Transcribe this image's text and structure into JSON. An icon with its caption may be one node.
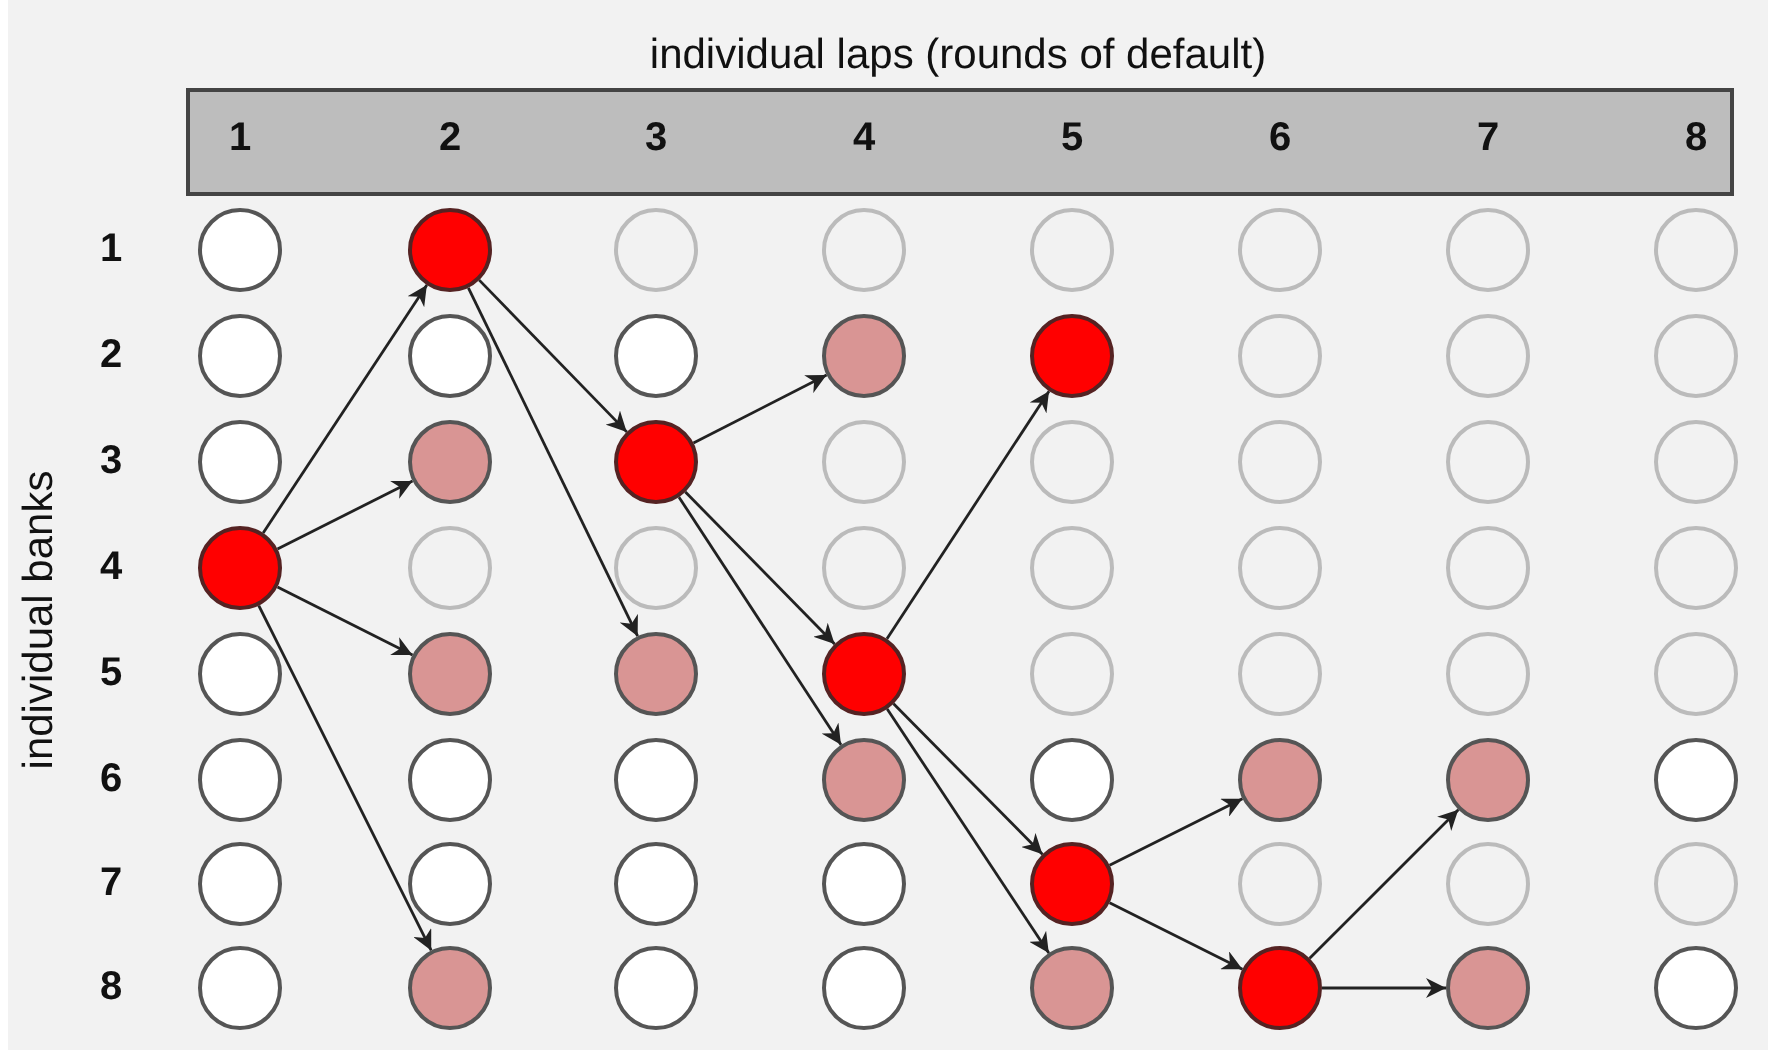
{
  "diagram": {
    "title": "individual laps (rounds of default)",
    "nodes": [
      {
        "text": [],
        "shape": "circle"
      },
      {
        "text": [],
        "shape": "circle"
      },
      {
        "text": [],
        "shape": "circle"
      },
      {
        "text": [],
        "shape": "circle"
      },
      {
        "text": [],
        "shape": "circle"
      },
      {
        "text": [],
        "shape": "circle"
      },
      {
        "text": [],
        "shape": "circle"
      },
      {
        "text": [],
        "shape": "circle"
      },
      {
        "text": [],
        "shape": "circle"
      },
      {
        "text": [],
        "shape": "circle"
      },
      {
        "text": [],
        "shape": "circle"
      },
      {
        "text": [],
        "shape": "circle"
      },
      {
        "text": [],
        "shape": "circle"
      },
      {
        "text": [],
        "shape": "circle"
      },
      {
        "text": [],
        "shape": "circle"
      },
      {
        "text": [],
        "shape": "circle"
      },
      {
        "text": [],
        "shape": "circle"
      },
      {
        "text": [],
        "shape": "circle"
      },
      {
        "text": [],
        "shape": "circle"
      },
      {
        "text": [],
        "shape": "circle"
      },
      {
        "text": [],
        "shape": "circle"
      },
      {
        "text": [],
        "shape": "circle"
      },
      {
        "text": [],
        "shape": "circle"
      },
      {
        "text": [],
        "shape": "circle"
      },
      {
        "text": [],
        "shape": "circle"
      },
      {
        "text": [],
        "shape": "circle"
      },
      {
        "text": [],
        "shape": "circle"
      },
      {
        "text": [],
        "shape": "circle"
      },
      {
        "text": [],
        "shape": "circle"
      },
      {
        "text": [],
        "shape": "circle"
      },
      {
        "text": [],
        "shape": "circle"
      },
      {
        "text": [],
        "shape": "circle"
      },
      {
        "text": [],
        "shape": "circle"
      },
      {
        "text": [],
        "shape": "circle"
      },
      {
        "text": [],
        "shape": "circle"
      },
      {
        "text": [],
        "shape": "circle"
      },
      {
        "text": [],
        "shape": "circle"
      },
      {
        "text": [],
        "shape": "circle"
      },
      {
        "text": [],
        "shape": "circle"
      },
      {
        "text": [],
        "shape": "circle"
      },
      {
        "text": [],
        "shape": "circle"
      },
      {
        "text": [],
        "shape": "circle"
      },
      {
        "text": [],
        "shape": "circle"
      },
      {
        "text": [],
        "shape": "circle"
      },
      {
        "text": [],
        "shape": "circle"
      },
      {
        "text": [],
        "shape": "circle"
      },
      {
        "text": [],
        "shape": "circle"
      },
      {
        "text": [],
        "shape": "circle"
      },
      {
        "text": [],
        "shape": "circle"
      },
      {
        "text": [],
        "shape": "circle"
      },
      {
        "text": [],
        "shape": "circle"
      },
      {
        "text": [],
        "shape": "circle"
      },
      {
        "text": [],
        "shape": "circle"
      },
      {
        "text": [],
        "shape": "circle"
      },
      {
        "text": [],
        "shape": "circle"
      },
      {
        "text": [],
        "shape": "circle"
      },
      {
        "text": [],
        "shape": "circle"
      },
      {
        "text": [],
        "shape": "circle"
      },
      {
        "text": [],
        "shape": "circle"
      },
      {
        "text": [],
        "shape": "circle"
      },
      {
        "text": [],
        "shape": "circle"
      },
      {
        "text": [],
        "shape": "circle"
      },
      {
        "text": [],
        "shape": "circle"
      },
      {
        "text": [],
        "shape": "circle"
      }
    ],
    "edges": [
      {
        "from": 24,
        "to": 1,
        "arrow": "to"
      },
      {
        "from": 24,
        "to": 17,
        "arrow": "to"
      },
      {
        "from": 24,
        "to": 33,
        "arrow": "to"
      },
      {
        "from": 24,
        "to": 57,
        "arrow": "to"
      },
      {
        "from": 1,
        "to": 18,
        "arrow": "to"
      },
      {
        "from": 1,
        "to": 34,
        "arrow": "to"
      },
      {
        "from": 18,
        "to": 11,
        "arrow": "to"
      },
      {
        "from": 18,
        "to": 35,
        "arrow": "to"
      },
      {
        "from": 18,
        "to": 43,
        "arrow": "to"
      },
      {
        "from": 35,
        "to": 12,
        "arrow": "to"
      },
      {
        "from": 35,
        "to": 52,
        "arrow": "to"
      },
      {
        "from": 35,
        "to": 60,
        "arrow": "to"
      },
      {
        "from": 52,
        "to": 45,
        "arrow": "to"
      },
      {
        "from": 52,
        "to": 61,
        "arrow": "to"
      },
      {
        "from": 61,
        "to": 46,
        "arrow": "to"
      },
      {
        "from": 61,
        "to": 62,
        "arrow": "to"
      }
    ],
    "labels": [
      "1",
      "2",
      "3",
      "4",
      "5",
      "6",
      "7",
      "8",
      "individual banks",
      "1",
      "2",
      "3",
      "4",
      "5",
      "6",
      "7",
      "8"
    ]
  }
}
